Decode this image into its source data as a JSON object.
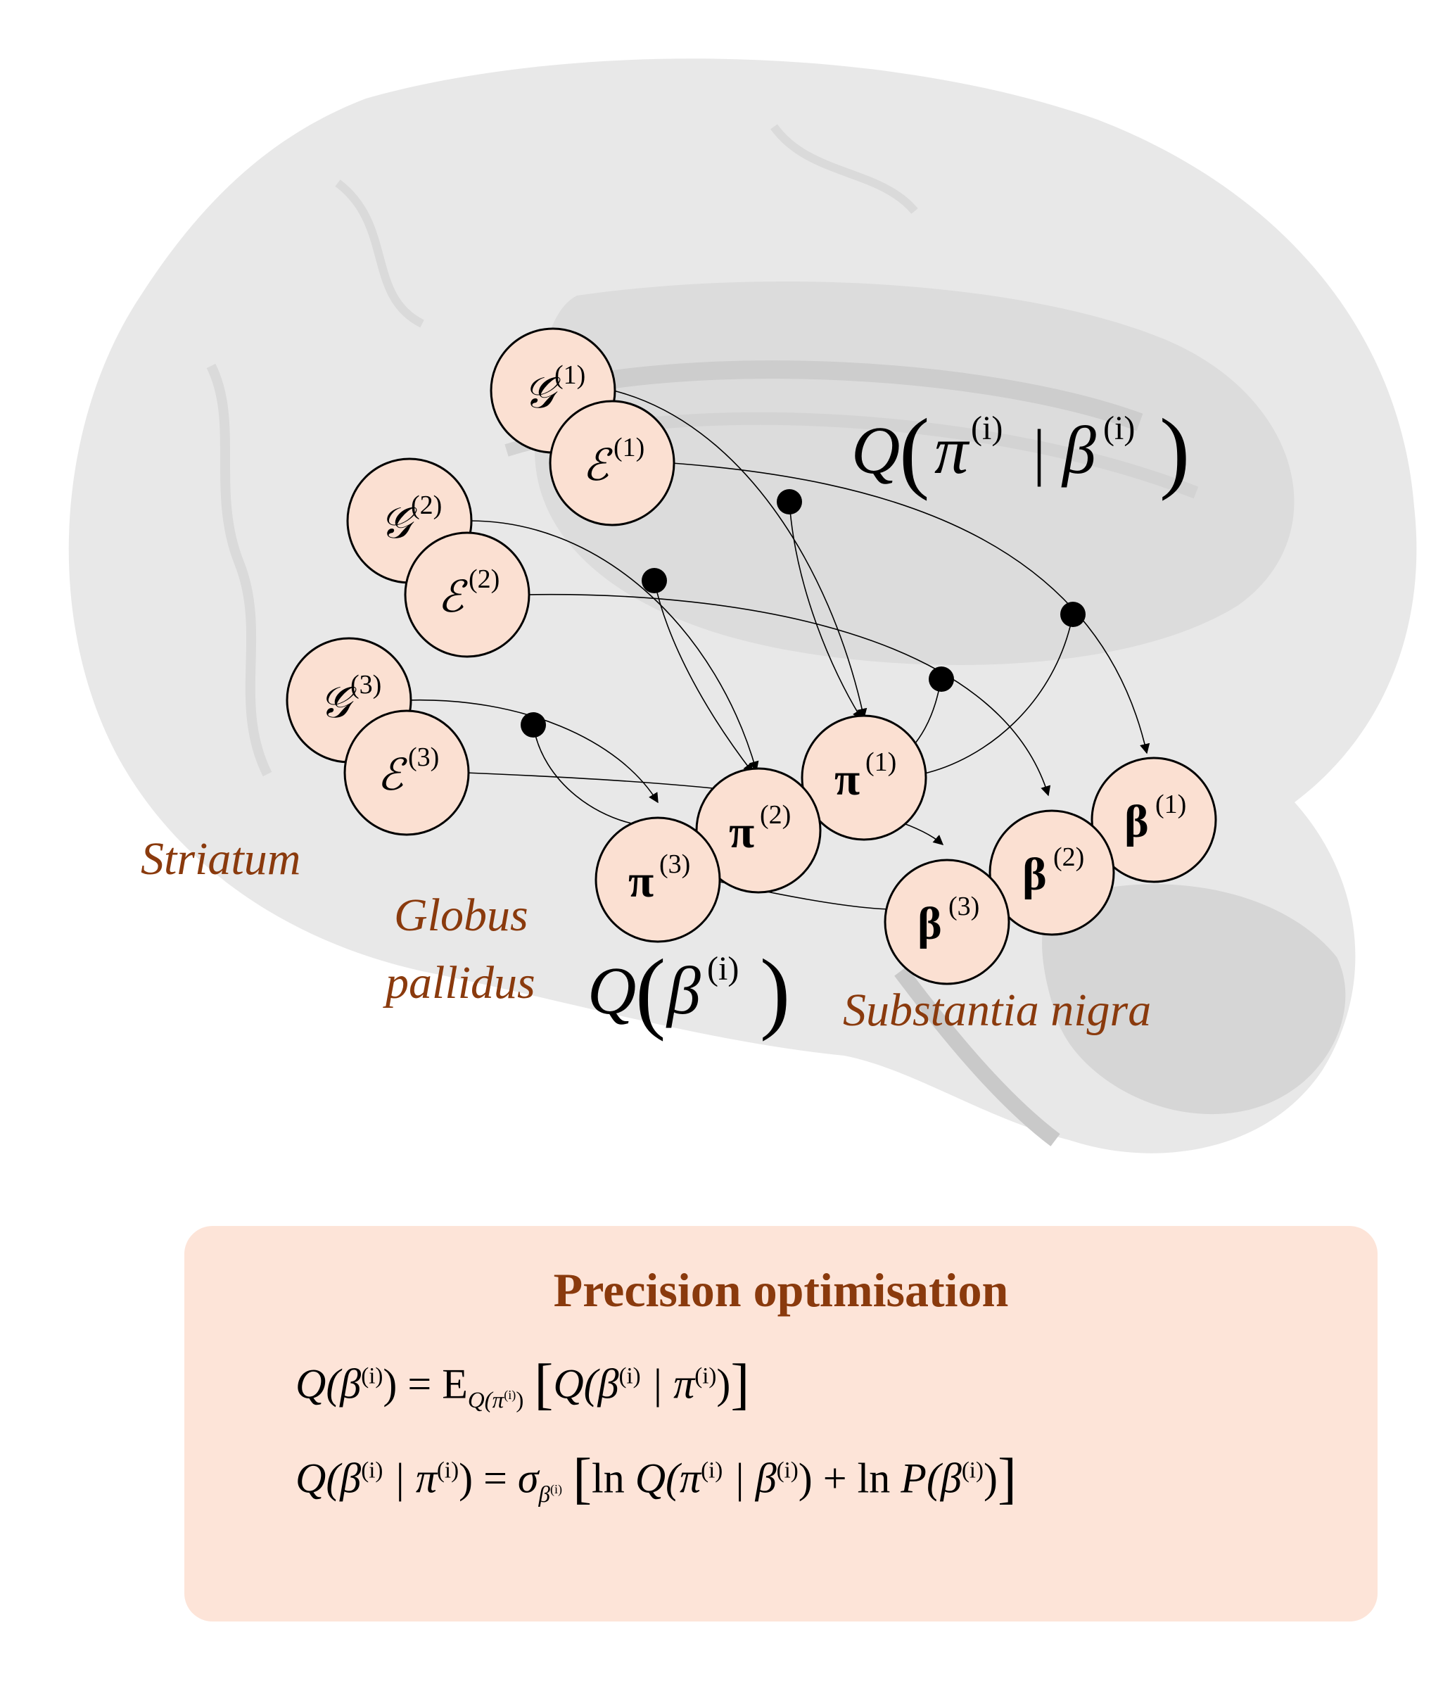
{
  "nodes": [
    {
      "id": "G1",
      "symbol": "𝒢",
      "sup": "(1)",
      "kind": "script"
    },
    {
      "id": "E1",
      "symbol": "ℰ",
      "sup": "(1)",
      "kind": "script"
    },
    {
      "id": "G2",
      "symbol": "𝒢",
      "sup": "(2)",
      "kind": "script"
    },
    {
      "id": "E2",
      "symbol": "ℰ",
      "sup": "(2)",
      "kind": "script"
    },
    {
      "id": "G3",
      "symbol": "𝒢",
      "sup": "(3)",
      "kind": "script"
    },
    {
      "id": "E3",
      "symbol": "ℰ",
      "sup": "(3)",
      "kind": "script"
    },
    {
      "id": "P1",
      "symbol": "π",
      "sup": "(1)",
      "kind": "bold"
    },
    {
      "id": "P2",
      "symbol": "π",
      "sup": "(2)",
      "kind": "bold"
    },
    {
      "id": "P3",
      "symbol": "π",
      "sup": "(3)",
      "kind": "bold"
    },
    {
      "id": "B1",
      "symbol": "β",
      "sup": "(1)",
      "kind": "bold"
    },
    {
      "id": "B2",
      "symbol": "β",
      "sup": "(2)",
      "kind": "bold"
    },
    {
      "id": "B3",
      "symbol": "β",
      "sup": "(3)",
      "kind": "bold"
    }
  ],
  "regions": {
    "striatum": "Striatum",
    "globus_1": "Globus",
    "globus_2": "pallidus",
    "nigra": "Substantia nigra"
  },
  "annotations": {
    "q_pi_beta": {
      "Q": "Q",
      "pi": "π",
      "sup": "(i)",
      "bar": "|",
      "beta": "β"
    },
    "q_beta": {
      "Q": "Q",
      "beta": "β",
      "sup": "(i)"
    }
  },
  "panel": {
    "title": "Precision optimisation",
    "eq1": {
      "lhs": "Q(β",
      "lhs_sup": "(i)",
      "lhs_close": ")",
      "equals": " = ",
      "E": "E",
      "sub": "Q(π",
      "sub_sup": "(i)",
      "sub_close": ")",
      "open": "[",
      "body1": "Q(β",
      "body1_sup": "(i)",
      "body2": " | π",
      "body2_sup": "(i)",
      "body3": ")",
      "close": "]"
    },
    "eq2": {
      "lhs": "Q(β",
      "lhs_sup": "(i)",
      "lhs_mid": " | π",
      "lhs_mid_sup": "(i)",
      "lhs_close": ")",
      "equals": " = ",
      "sigma": "σ",
      "sigma_sub": "β",
      "sigma_sub_sup": "(i)",
      "open": "[",
      "ln1": "ln ",
      "b1": "Q(π",
      "b1_sup": "(i)",
      "b2": " | β",
      "b2_sup": "(i)",
      "plus": ") + ",
      "ln2": "ln ",
      "b3": "P(β",
      "b3_sup": "(i)",
      "b4": ")",
      "close": "]"
    }
  },
  "colors": {
    "node_fill": "#fbe0d2",
    "label": "#8a3a0d",
    "panel": "#fde4d8",
    "brain": "#e6e6e6"
  }
}
